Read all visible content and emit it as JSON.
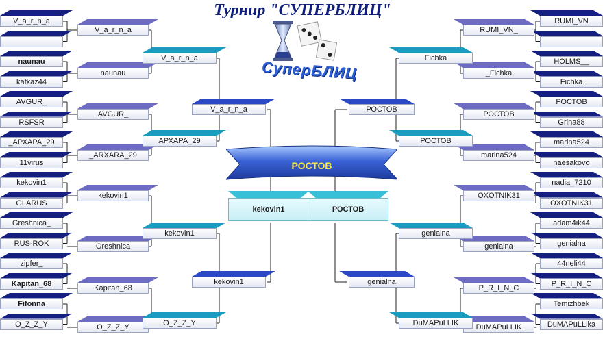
{
  "title": "Турнир \"СУПЕРБЛИЦ\"",
  "logo_text": "СуперБЛИЦ",
  "winner": "РОСТОВ",
  "finalists": [
    "kekovin1",
    "РОСТОВ"
  ],
  "left": {
    "r1": [
      "V_a_r_n_a",
      "",
      "naunau",
      "kafkaz44",
      "AVGUR_",
      "RSFSR",
      "_АРХАРА_29",
      "11virus",
      "kekovin1",
      "GLARUS",
      "Greshnica_",
      "RUS-ROK",
      "zipfer_",
      "Kapitan_68",
      "Fifonna",
      "O_Z_Z_Y"
    ],
    "r2": [
      "V_a_r_n_a",
      "naunau",
      "AVGUR_",
      "_ARXARA_29",
      "kekovin1",
      "Greshnica",
      "Kapitan_68",
      "O_Z_Z_Y"
    ],
    "r3": [
      "V_a_r_n_a",
      "АРХАРА_29",
      "kekovin1",
      "O_Z_Z_Y"
    ],
    "r4": [
      "V_a_r_n_a",
      "kekovin1"
    ]
  },
  "right": {
    "r1": [
      "RUMI_VN",
      "",
      "HOLMS__",
      "Fichka",
      "РОСТОВ",
      "Grina88",
      "marina524",
      "naesakovo",
      "nadia_7210",
      "OXOTNIK31",
      "adam4ik44",
      "genialna",
      "44neli44",
      "P_R_I_N_C",
      "Temizhbek",
      "DuMAPuLLika"
    ],
    "r2": [
      "RUMI_VN_",
      "_Fichka",
      "РОСТОВ",
      "marina524",
      "OXOTNIK31",
      "genialna",
      "P_R_I_N_C",
      "DuMAPuLLIK"
    ],
    "r3": [
      "Fichka",
      "РОСТОВ",
      "genialna",
      "DuMAPuLLIK"
    ],
    "r4": [
      "РОСТОВ",
      "genialna"
    ]
  },
  "colors": {
    "r1": "#141f80",
    "r2": "#6e6cc2",
    "r3": "#1a9cc0",
    "r4": "#2b49c4",
    "final": "#37c0d8",
    "banner": "#2f56c8",
    "winner_text": "#ffe84a",
    "title": "#0f1f7a"
  }
}
